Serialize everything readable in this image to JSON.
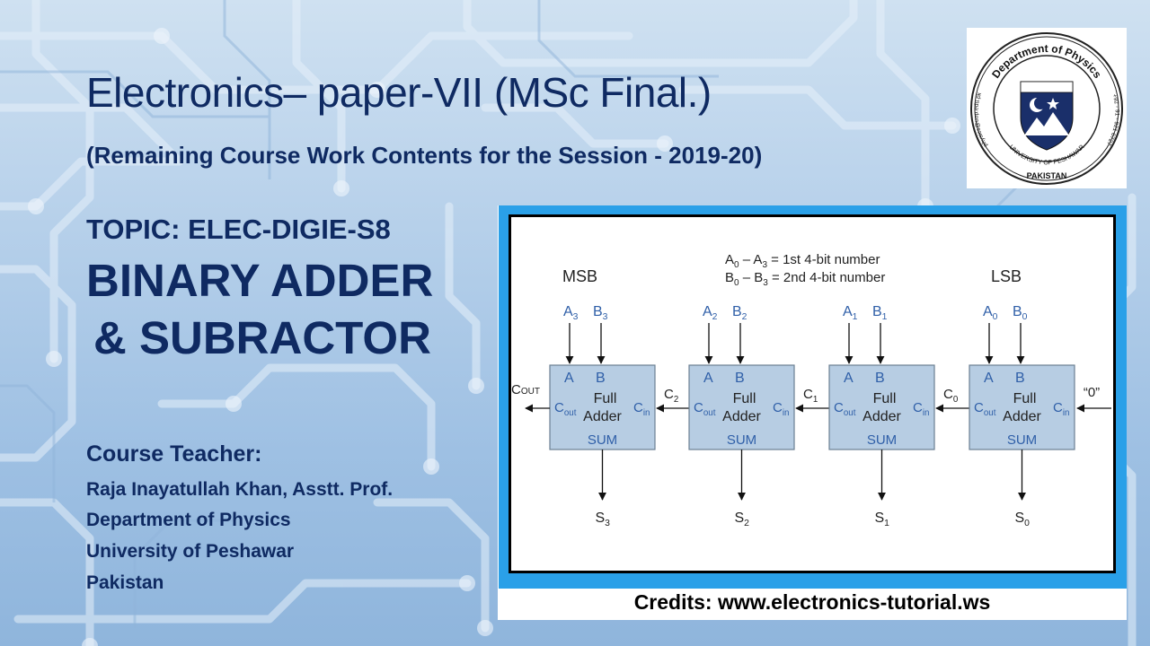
{
  "title": "Electronics– paper-VII  (MSc Final.)",
  "subtitle": "(Remaining Course Work Contents for the Session - 2019-20)",
  "topic": "TOPIC: ELEC-DIGIE-S8",
  "heading": [
    "BINARY ADDER",
    "& SUBRACTOR"
  ],
  "course_teacher_label": "Course Teacher:",
  "teacher_lines": [
    "Raja Inayatullah Khan, Asstt. Prof.",
    "Department of Physics",
    "University of Peshawar",
    "Pakistan"
  ],
  "logo": {
    "ring_text": "Department of Physics",
    "inner_text": "UNIVERSITY OF PESHAWAR",
    "bottom_text": "PAKISTAN",
    "left_text": "physics@uop.edu.pk",
    "right_text": "+92 - 91 - 921 6727",
    "icon": "university-seal-icon"
  },
  "diagram": {
    "legend": [
      "A",
      "0",
      " – A",
      "3",
      " = 1st 4-bit number",
      "B",
      "0",
      " – B",
      "3",
      " = 2nd 4-bit number"
    ],
    "msb_label": "MSB",
    "lsb_label": "LSB",
    "block_title_1": "Full",
    "block_title_2": "Adder",
    "port_a": "A",
    "port_b": "B",
    "port_cout": "C",
    "port_cout_sub": "out",
    "port_cin": "C",
    "port_cin_sub": "in",
    "sum_label": "SUM",
    "cout_label": "C",
    "cout_sub": "OUT",
    "carry_in_label": "“0”",
    "stages": [
      {
        "a": "A",
        "a_sub": "3",
        "b": "B",
        "b_sub": "3",
        "s": "S",
        "s_sub": "3",
        "carry": "C",
        "carry_sub": "2"
      },
      {
        "a": "A",
        "a_sub": "2",
        "b": "B",
        "b_sub": "2",
        "s": "S",
        "s_sub": "2",
        "carry": "C",
        "carry_sub": "1"
      },
      {
        "a": "A",
        "a_sub": "1",
        "b": "B",
        "b_sub": "1",
        "s": "S",
        "s_sub": "1",
        "carry": "C",
        "carry_sub": "0"
      },
      {
        "a": "A",
        "a_sub": "0",
        "b": "B",
        "b_sub": "0",
        "s": "S",
        "s_sub": "0",
        "carry": "",
        "carry_sub": ""
      }
    ]
  },
  "credits": "Credits: www.electronics-tutorial.ws",
  "colors": {
    "text": "#0f2a62",
    "frame": "#2aa0e8",
    "block": "#b7cde3",
    "label_blue": "#2f5fa8"
  }
}
